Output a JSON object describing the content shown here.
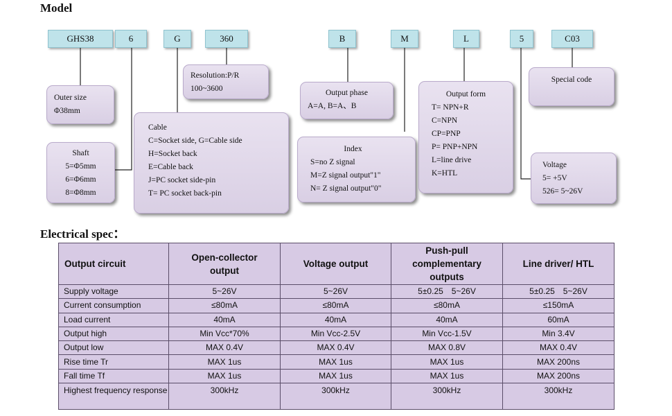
{
  "model_heading": "Model",
  "spec_heading": "Electrical spec：",
  "codes": {
    "ghs38": "GHS38",
    "six": "6",
    "g": "G",
    "res360": "360",
    "b": "B",
    "m": "M",
    "l": "L",
    "five": "5",
    "c03": "C03"
  },
  "boxes": {
    "resolution": [
      "Resolution:P/R",
      "100~3600"
    ],
    "outer_size": [
      "Outer size",
      "Φ38mm"
    ],
    "shaft": [
      "Shaft",
      "5=Φ5mm",
      "6=Φ6mm",
      "8=Φ8mm"
    ],
    "cable": [
      "Cable",
      "C=Socket side, G=Cable side",
      "H=Socket back",
      "E=Cable back",
      "J=PC socket side-pin",
      "T= PC socket back-pin"
    ],
    "output_phase": [
      "Output phase",
      "A=A, B=A、B"
    ],
    "index": [
      "Index",
      "S=no Z signal",
      "M=Z signal output\"1\"",
      "N= Z signal output\"0\""
    ],
    "output_form": [
      "Output form",
      "T= NPN+R",
      "C=NPN",
      "CP=PNP",
      "P= PNP+NPN",
      "L=line drive",
      "K=HTL"
    ],
    "special": [
      "Special code"
    ],
    "voltage": [
      "Voltage",
      "5= +5V",
      "526= 5~26V"
    ]
  },
  "spec_table": {
    "headers": [
      "Output circuit",
      "Open-collector output",
      "Voltage output",
      "Push-pull complementary outputs",
      "Line driver/ HTL"
    ],
    "rows": [
      [
        "Supply voltage",
        "5~26V",
        "5~26V",
        "5±0.25　5~26V",
        "5±0.25　5~26V"
      ],
      [
        "Current consumption",
        "≤80mA",
        "≤80mA",
        "≤80mA",
        "≤150mA"
      ],
      [
        "Load current",
        "40mA",
        "40mA",
        "40mA",
        "60mA"
      ],
      [
        "Output high",
        "Min Vcc*70%",
        "Min Vcc-2.5V",
        "Min Vcc-1.5V",
        "Min 3.4V"
      ],
      [
        "Output low",
        "MAX 0.4V",
        "MAX 0.4V",
        "MAX 0.8V",
        "MAX 0.4V"
      ],
      [
        "Rise time Tr",
        "MAX 1us",
        "MAX 1us",
        "MAX 1us",
        "MAX 200ns"
      ],
      [
        "Fall time Tf",
        "MAX 1us",
        "MAX 1us",
        "MAX 1us",
        "MAX 200ns"
      ],
      [
        "Highest frequency response",
        "300kHz",
        "300kHz",
        "300kHz",
        "300kHz"
      ]
    ]
  }
}
